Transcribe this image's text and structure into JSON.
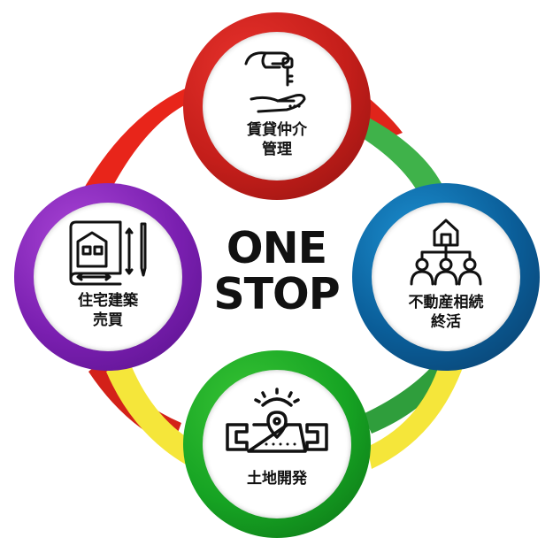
{
  "center": {
    "line1": "ONE",
    "line2": "STOP"
  },
  "nodes": {
    "top": {
      "line1": "賃貸仲介",
      "line2": "管理",
      "icon": "hand-key-icon"
    },
    "right": {
      "line1": "不動産相続",
      "line2": "終活",
      "icon": "house-family-icon"
    },
    "bottom": {
      "line1": "土地開発",
      "icon": "land-pin-icon"
    },
    "left": {
      "line1": "住宅建築",
      "line2": "売買",
      "icon": "blueprint-icon"
    }
  },
  "colors": {
    "top": "#c41e1a",
    "right": "#0a5d98",
    "bottom": "#16a323",
    "left": "#7a1fb0",
    "arc_red": "#e8251a",
    "arc_green": "#3fb24a",
    "arc_yellow": "#f5e63a"
  }
}
